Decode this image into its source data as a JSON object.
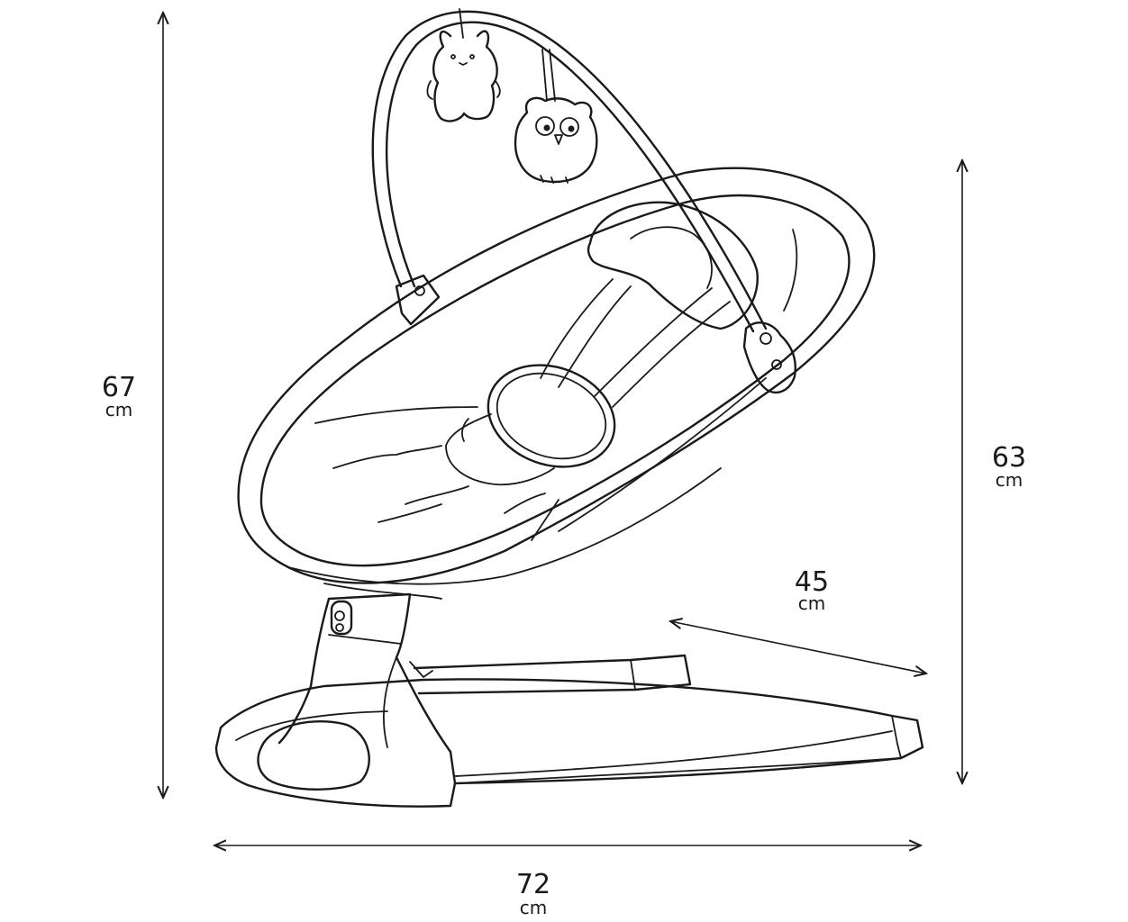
{
  "dimensions": {
    "height_total": {
      "value": "67",
      "unit": "cm"
    },
    "height_seat": {
      "value": "63",
      "unit": "cm"
    },
    "depth": {
      "value": "45",
      "unit": "cm"
    },
    "width": {
      "value": "72",
      "unit": "cm"
    }
  },
  "colors": {
    "line": "#1a1a1a",
    "background": "#ffffff"
  }
}
